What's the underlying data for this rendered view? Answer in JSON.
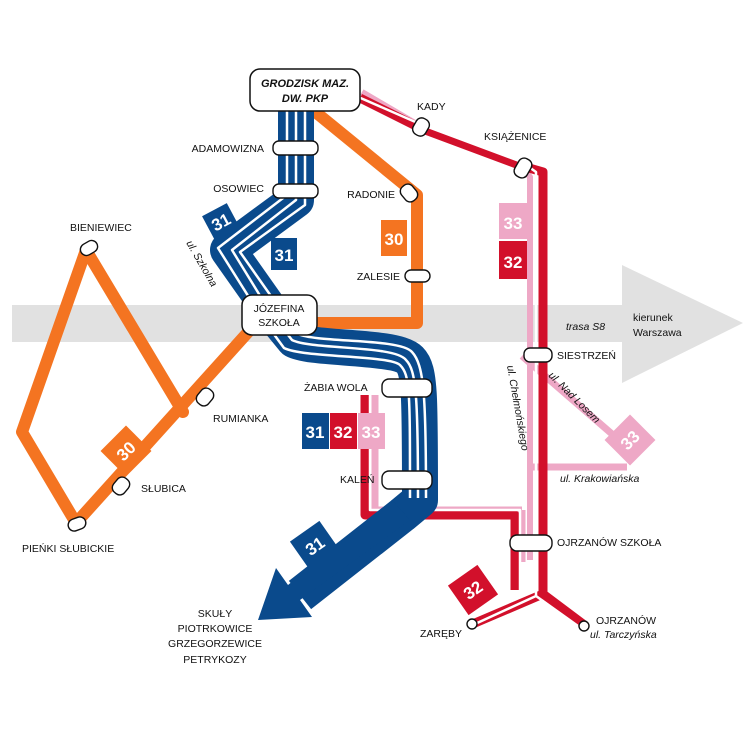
{
  "colors": {
    "line31": "#0a4a8c",
    "line32": "#d2102b",
    "line33": "#eea8c6",
    "line30": "#f47421",
    "arrow_gray": "#e1e1e1"
  },
  "routes": [
    {
      "number": "30",
      "color": "#f47421"
    },
    {
      "number": "31",
      "color": "#0a4a8c"
    },
    {
      "number": "32",
      "color": "#d2102b"
    },
    {
      "number": "33",
      "color": "#eea8c6"
    }
  ],
  "hub": {
    "grodzisk_line1": "GRODZISK MAZ.",
    "grodzisk_line2": "DW. PKP",
    "jozefina_line1": "JÓZEFINA",
    "jozefina_line2": "SZKOŁA"
  },
  "stops": {
    "adamowizna": "ADAMOWIZNA",
    "osowiec": "OSOWIEC",
    "radonie": "RADONIE",
    "zalesie": "ZALESIE",
    "kady": "KADY",
    "ksiazenice": "KSIĄŻENICE",
    "siestrzen": "SIESTRZEŃ",
    "zabia_wola": "ŻABIA WOLA",
    "kalen": "KALEŃ",
    "ojrzanow_szkola": "OJRZANÓW SZKOŁA",
    "zareby": "ZARĘBY",
    "ojrzanow_line1": "OJRZANÓW",
    "ojrzanow_line2": "ul. Tarczyńska",
    "bieniewiec": "BIENIEWIEC",
    "rumianka": "RUMIANKA",
    "slubica": "SŁUBICA",
    "pienki": "PIEŃKI SŁUBICKIE"
  },
  "streets": {
    "szkolna": "ul. Szkolna",
    "chelmonskiego": "ul. Chełmońskiego",
    "nad_losem": "ul. Nad Losem",
    "krakowianska": "ul. Krakowiańska"
  },
  "highway": {
    "road": "trasa S8",
    "direction_line1": "kierunek",
    "direction_line2": "Warszawa"
  },
  "destinations_31": [
    "SKUŁY",
    "PIOTRKOWICE",
    "GRZEGORZEWICE",
    "PETRYKOZY"
  ]
}
